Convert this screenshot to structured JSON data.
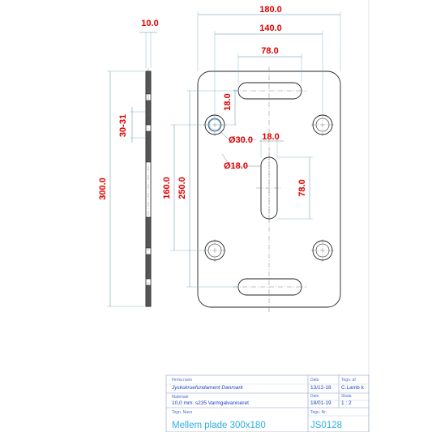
{
  "dimensions": {
    "plate_width": "180.0",
    "slot_span": "140.0",
    "slot_length": "78.0",
    "thickness": "10.0",
    "slot_offset": "18.0",
    "hole_dia": "Ø30.0",
    "center_slot_width": "18.0",
    "slot_width": "Ø18.0",
    "center_slot_length": "78.0",
    "plate_height": "300.0",
    "hole_span": "160.0",
    "outer_span": "250.0",
    "thickness_range": "30-31"
  },
  "title_block": {
    "company_label": "Firma navn",
    "company": "Jyskskruefundament Danmark",
    "material_label": "Materiale",
    "material": "10,0 mm. s235 Varmgalvaniseret",
    "drawing_label": "Tegn. Navn",
    "drawing_name": "Mellem plade 300x180",
    "date1_label": "Dato",
    "date1": "13/12-18",
    "date2_label": "Dato",
    "date2": "18/01-19",
    "drawn_by_label": "Tegn. af",
    "drawn_by": "C.Lamb k",
    "scale_label": "Skala",
    "scale": "1 : 2",
    "drawing_no_label": "Tegn. Nr.",
    "drawing_no": "JS0128"
  }
}
